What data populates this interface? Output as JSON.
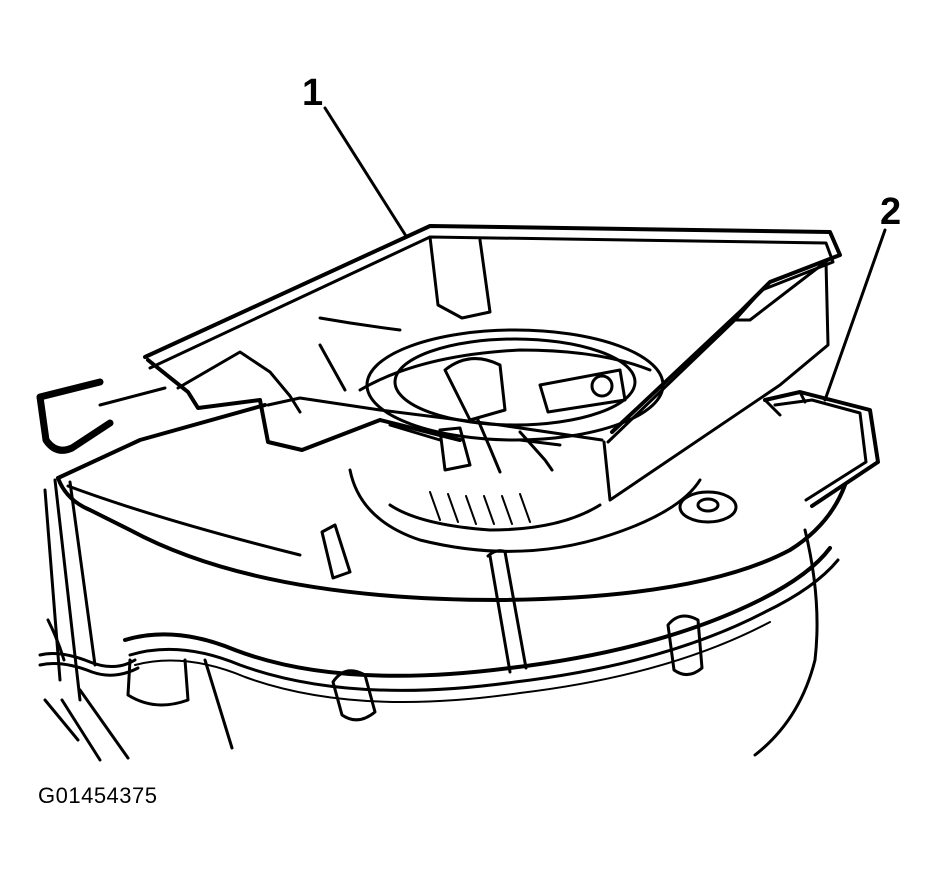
{
  "callouts": [
    {
      "label": "1"
    },
    {
      "label": "2"
    }
  ],
  "figure_id": "G01454375",
  "colors": {
    "ink": "#000000",
    "background": "#ffffff"
  }
}
